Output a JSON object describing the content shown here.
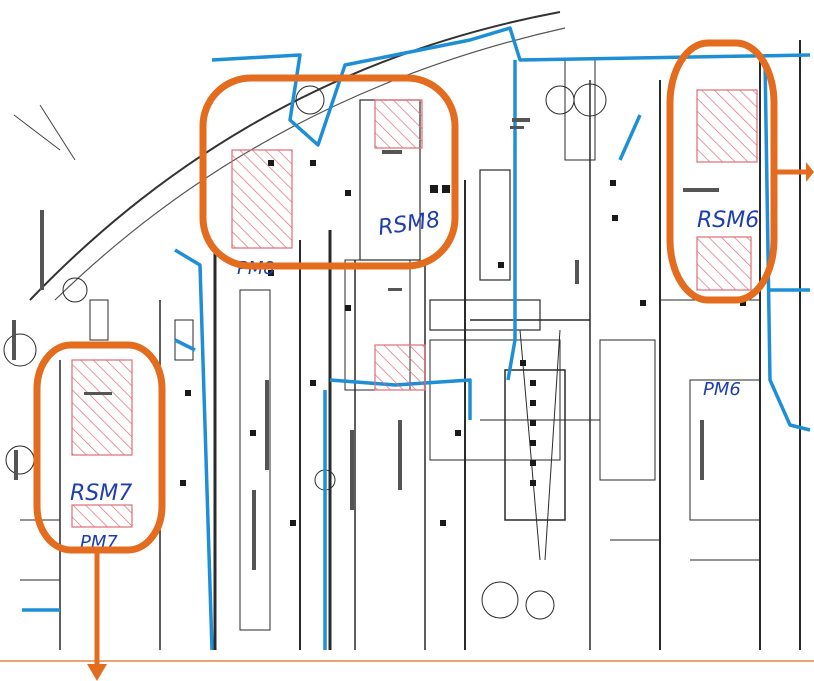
{
  "colors": {
    "highlight": "#e36c1e",
    "route": "#1e8fd6",
    "hatch": "#e06c78",
    "handwriting": "#1f3fae",
    "linework": "#2a2a2a"
  },
  "zones": [
    {
      "id": "rsm8",
      "label": "RSM8",
      "sub_label": "PM8"
    },
    {
      "id": "rsm6",
      "label": "RSM6",
      "sub_label": "PM6"
    },
    {
      "id": "rsm7",
      "label": "RSM7",
      "sub_label": "PM7"
    }
  ],
  "arrows": [
    "arrow-right",
    "arrow-down"
  ]
}
